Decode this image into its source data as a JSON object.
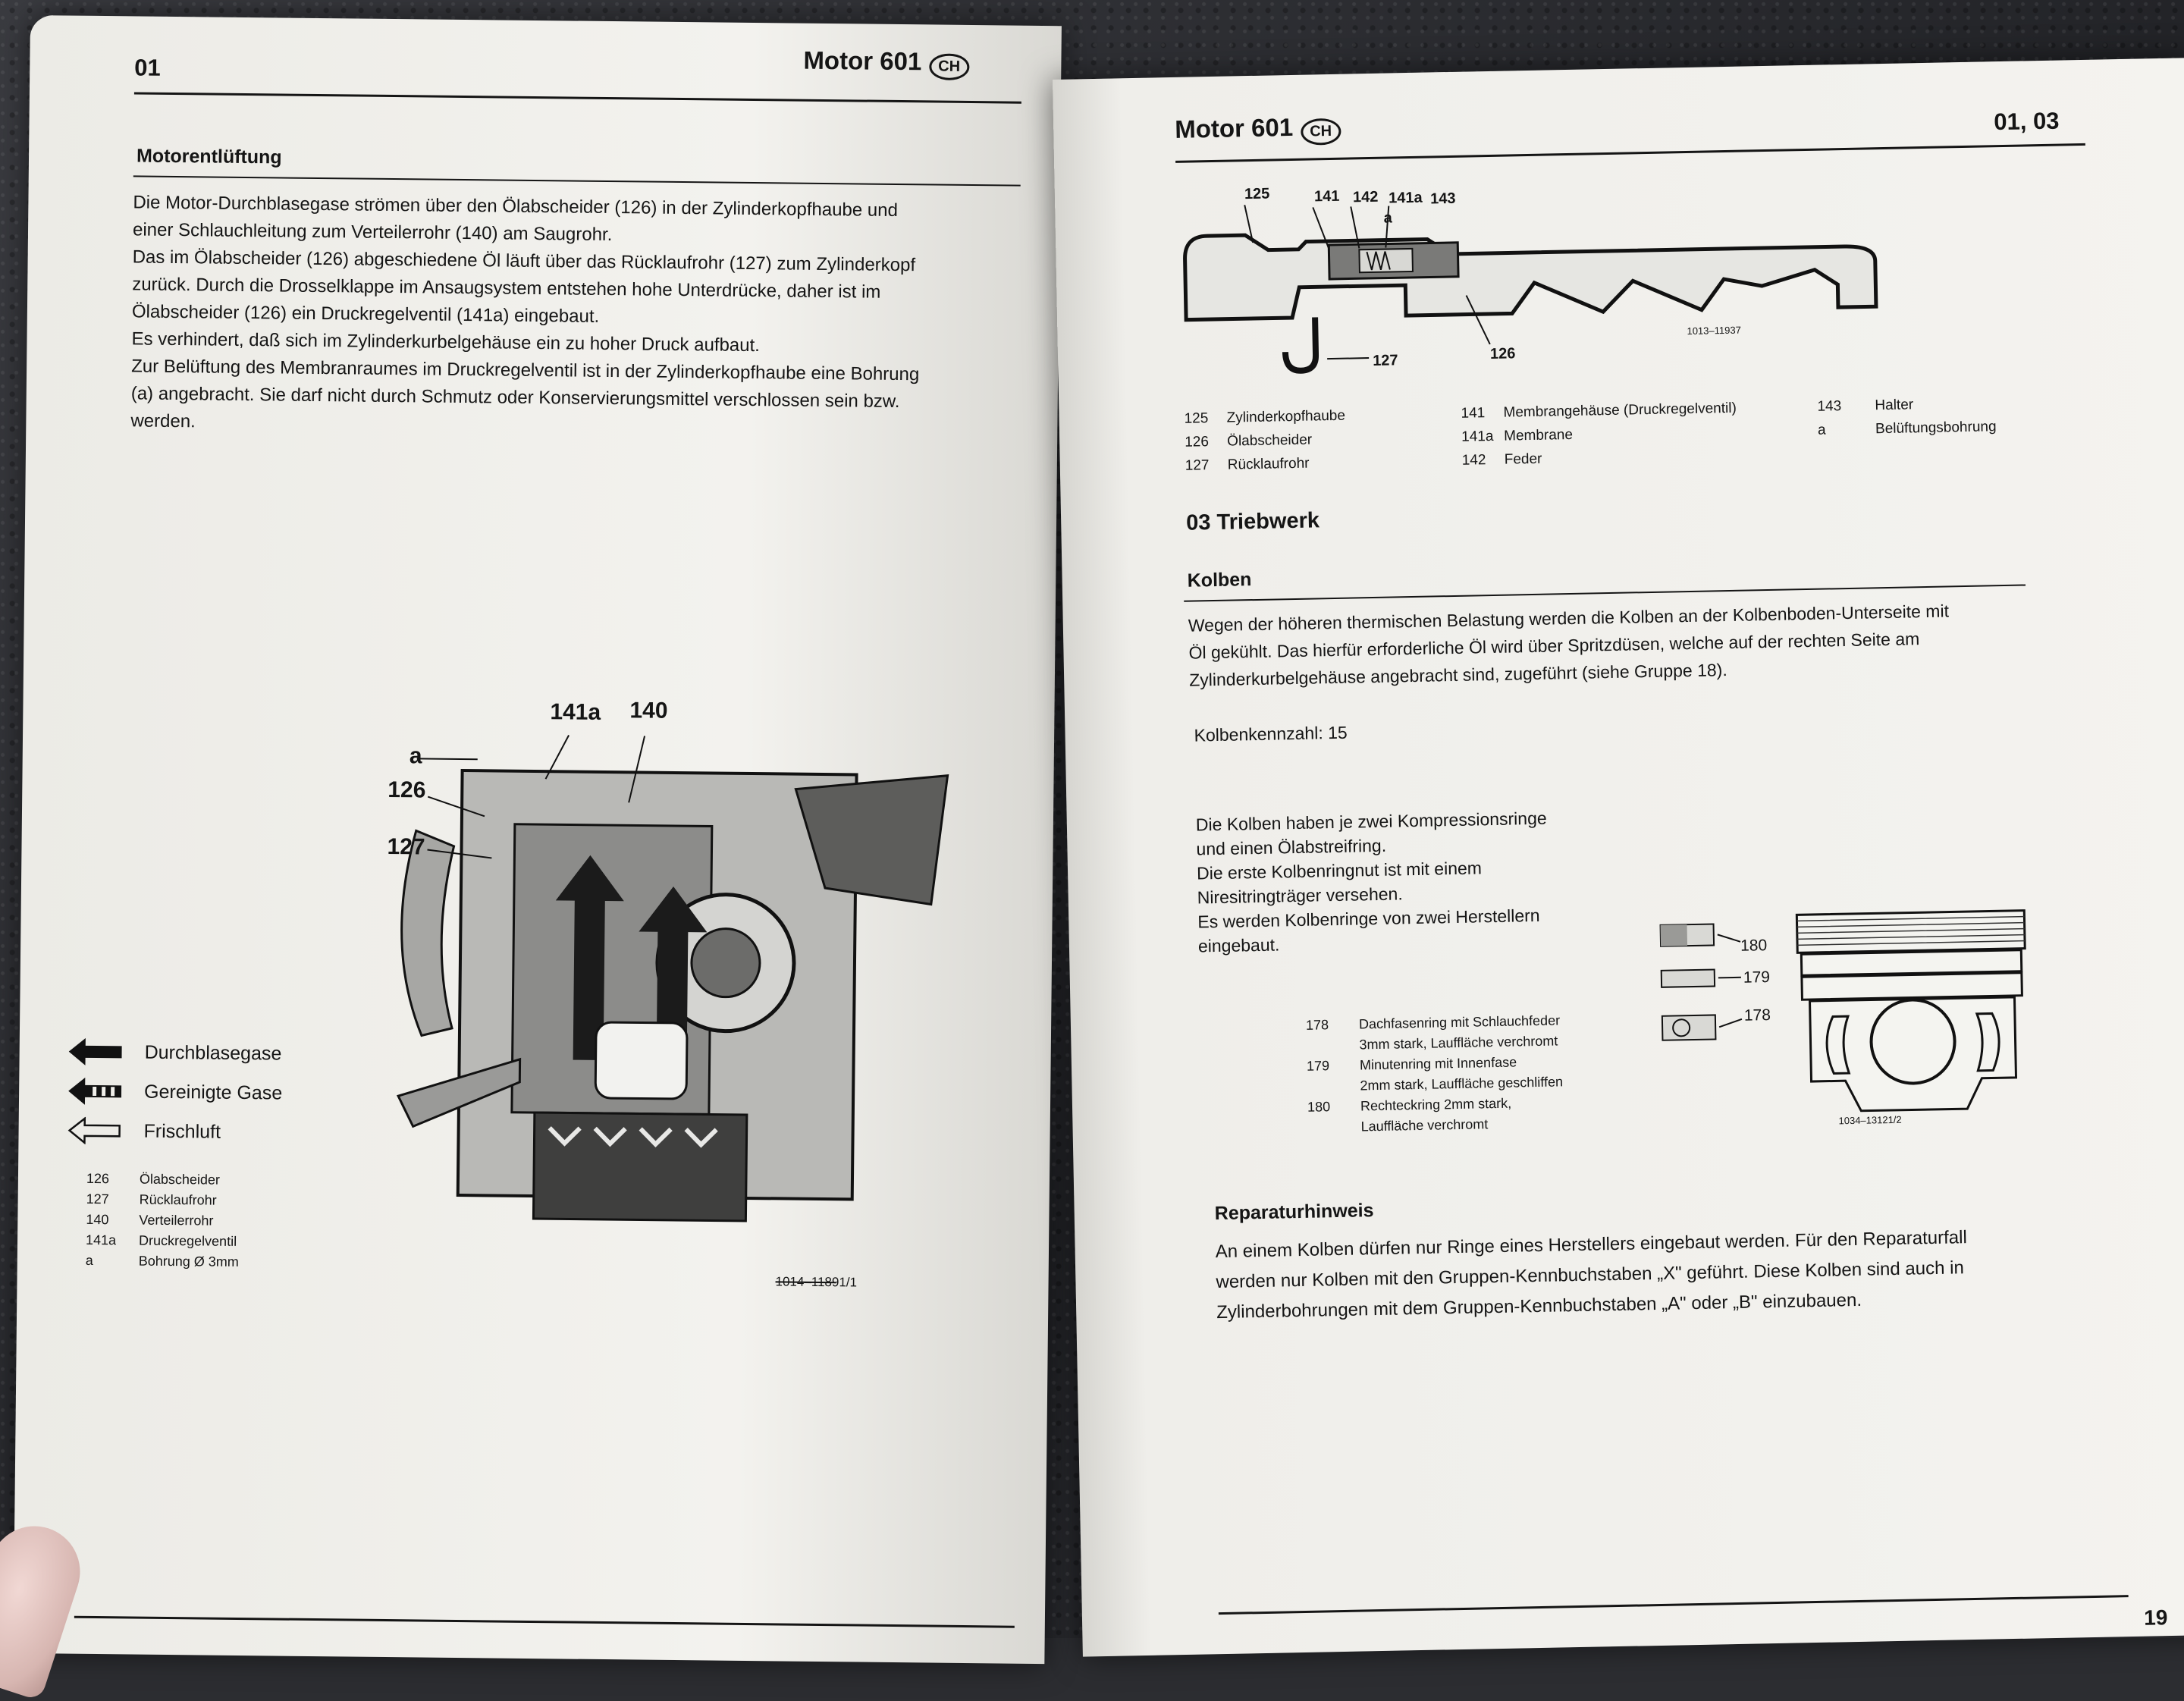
{
  "left_page": {
    "header_number": "01",
    "header_title": "Motor 601",
    "header_badge": "CH",
    "section_title": "Motorentlüftung",
    "paragraph_lines": [
      "Die Motor-Durchblasegase strömen über den Ölabscheider (126) in der Zylinderkopfhaube und",
      "einer Schlauchleitung zum Verteilerrohr (140) am Saugrohr.",
      "Das im Ölabscheider (126) abgeschiedene Öl läuft über das Rücklaufrohr (127) zum Zylinderkopf",
      "zurück. Durch die Drosselklappe im Ansaugsystem entstehen hohe Unterdrücke, daher ist im",
      "Ölabscheider (126) ein Druckregelventil (141a) eingebaut.",
      "Es verhindert, daß sich im Zylinderkurbelgehäuse ein zu hoher Druck aufbaut.",
      "Zur Belüftung des Membranraumes im Druckregelventil ist in der Zylinderkopfhaube eine Bohrung",
      "(a) angebracht. Sie darf nicht durch Schmutz oder Konservierungsmittel verschlossen sein bzw.",
      "werden."
    ],
    "figure": {
      "labels": {
        "l141a": "141a",
        "l140": "140",
        "la": "a",
        "l126": "126",
        "l127": "127"
      },
      "figure_id": "1014–11891/1"
    },
    "flow_legend": [
      {
        "icon": "solid-arrow-icon",
        "label": "Durchblasegase"
      },
      {
        "icon": "striped-arrow-icon",
        "label": "Gereinigte Gase"
      },
      {
        "icon": "outline-arrow-icon",
        "label": "Frischluft"
      }
    ],
    "parts_legend": [
      {
        "num": "126",
        "name": "Ölabscheider"
      },
      {
        "num": "127",
        "name": "Rücklaufrohr"
      },
      {
        "num": "140",
        "name": "Verteilerrohr"
      },
      {
        "num": "141a",
        "name": "Druckregelventil"
      },
      {
        "num": "a",
        "name": "Bohrung Ø 3mm"
      }
    ]
  },
  "right_page": {
    "header_title": "Motor 601",
    "header_badge": "CH",
    "header_number": "01, 03",
    "figure_top": {
      "callouts": {
        "c125": "125",
        "c141": "141",
        "c142": "142",
        "c141a": "141a",
        "c143": "143",
        "ca": "a",
        "c127": "127",
        "c126": "126"
      },
      "figure_id": "1013–11937"
    },
    "legend_col1": [
      {
        "num": "125",
        "name": "Zylinderkopfhaube"
      },
      {
        "num": "126",
        "name": "Ölabscheider"
      },
      {
        "num": "127",
        "name": "Rücklaufrohr"
      }
    ],
    "legend_col2": [
      {
        "num": "141",
        "name": "Membrangehäuse (Druckregelventil)"
      },
      {
        "num": "141a",
        "name": "Membrane"
      },
      {
        "num": "142",
        "name": "Feder"
      }
    ],
    "legend_col3": [
      {
        "num": "143",
        "name": "Halter"
      },
      {
        "num": "a",
        "name": "Belüftungsbohrung"
      }
    ],
    "section_title": "03 Triebwerk",
    "subsection_title": "Kolben",
    "kolben_lines": [
      "Wegen der höheren thermischen Belastung werden die Kolben an der Kolbenboden-Unterseite mit",
      "Öl gekühlt. Das hierfür erforderliche Öl wird über Spritzdüsen, welche auf der rechten Seite am",
      "Zylinderkurbelgehäuse angebracht sind, zugeführt (siehe Gruppe 18)."
    ],
    "kolbenkennzahl": "Kolbenkennzahl: 15",
    "rings_lines": [
      "Die Kolben haben je zwei Kompressionsringe",
      "und einen Ölabstreifring.",
      "Die erste Kolbenringnut ist mit einem",
      "Niresitringträger versehen.",
      "Es werden Kolbenringe von zwei Herstellern",
      "eingebaut."
    ],
    "ring_legend": [
      {
        "num": "178",
        "line1": "Dachfasenring mit Schlauchfeder",
        "line2": "3mm stark, Lauffläche verchromt"
      },
      {
        "num": "179",
        "line1": "Minutenring mit Innenfase",
        "line2": "2mm stark, Lauffläche geschliffen"
      },
      {
        "num": "180",
        "line1": "Rechteckring 2mm stark,",
        "line2": "Lauffläche verchromt"
      }
    ],
    "piston_callouts": {
      "p180": "180",
      "p179": "179",
      "p178": "178"
    },
    "piston_figure_id": "1034–13121/2",
    "repair_title": "Reparaturhinweis",
    "repair_lines": [
      "An einem Kolben dürfen nur Ringe eines Herstellers eingebaut werden. Für den Reparaturfall",
      "werden nur Kolben mit den Gruppen-Kennbuchstaben „X\" geführt. Diese Kolben sind auch in",
      "Zylinderbohrungen mit dem Gruppen-Kennbuchstaben „A\" oder „B\" einzubauen."
    ],
    "page_number": "19"
  }
}
